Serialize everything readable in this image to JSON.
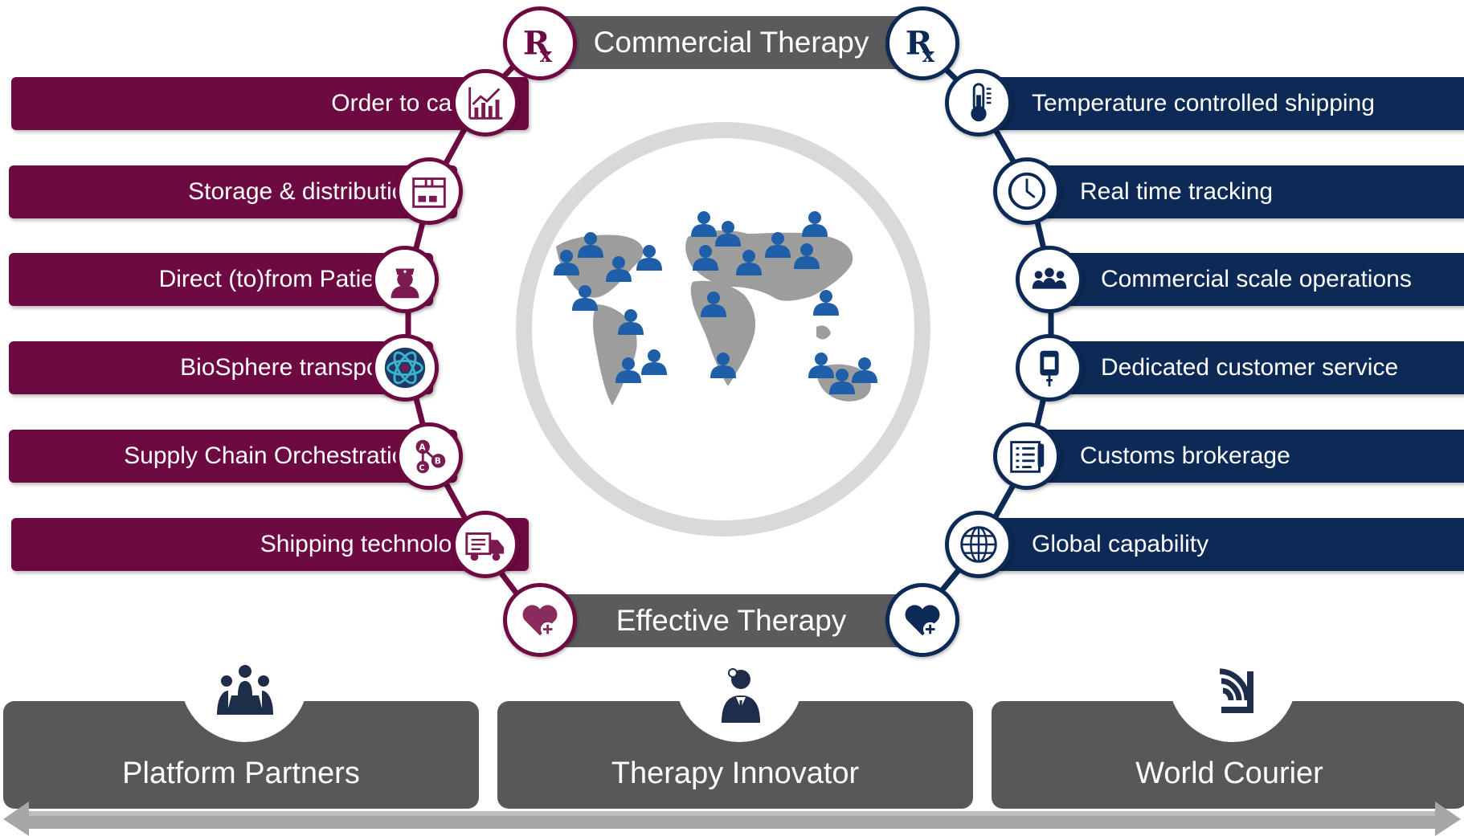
{
  "center": {
    "top_label": "Commercial Therapy",
    "bottom_label": "Effective Therapy"
  },
  "left_items": [
    {
      "label": "Order to cash",
      "icon": "chart-icon"
    },
    {
      "label": "Storage & distribution",
      "icon": "box-icon"
    },
    {
      "label": "Direct (to)from Patient",
      "icon": "nurse-icon"
    },
    {
      "label": "BioSphere transport",
      "icon": "biosphere-icon"
    },
    {
      "label": "Supply Chain Orchestration",
      "icon": "abc-nodes-icon"
    },
    {
      "label": "Shipping technology",
      "icon": "truck-icon"
    }
  ],
  "right_items": [
    {
      "label": "Temperature controlled shipping",
      "icon": "thermometer-icon"
    },
    {
      "label": "Real time tracking",
      "icon": "clock-icon"
    },
    {
      "label": "Commercial scale operations",
      "icon": "team-icon"
    },
    {
      "label": "Dedicated customer service",
      "icon": "iv-bag-icon"
    },
    {
      "label": "Customs brokerage",
      "icon": "checklist-icon"
    },
    {
      "label": "Global capability",
      "icon": "globe-icon"
    }
  ],
  "panels": [
    {
      "label": "Platform Partners",
      "icon": "meeting-icon"
    },
    {
      "label": "Therapy Innovator",
      "icon": "doctor-icon"
    },
    {
      "label": "World Courier",
      "icon": "world-courier-logo-icon"
    }
  ],
  "colors": {
    "magenta": "#6e0a42",
    "navy": "#0d2a56",
    "gray_panel": "#58585a",
    "people_blue": "#1f5ea8"
  }
}
